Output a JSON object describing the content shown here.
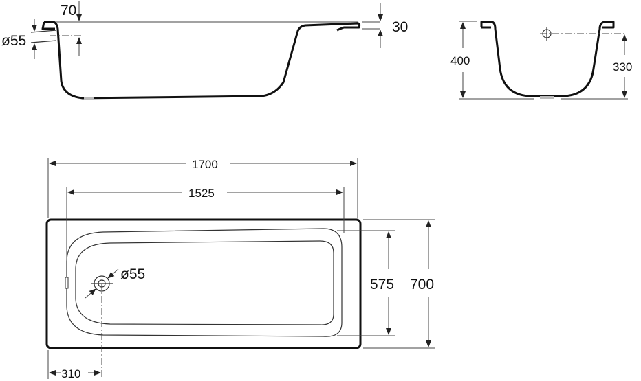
{
  "side_view": {
    "dim_rim_offset": "70",
    "dim_overflow_diameter": "ø55",
    "dim_rim_thickness": "30"
  },
  "end_view": {
    "dim_height": "400",
    "dim_overflow_height": "330"
  },
  "plan_view": {
    "dim_outer_length": "1700",
    "dim_inner_length": "1525",
    "dim_inner_width": "575",
    "dim_outer_width": "700",
    "dim_drain_offset": "310",
    "dim_drain_diameter": "ø55"
  },
  "colors": {
    "line": "#111111",
    "background": "#ffffff"
  }
}
